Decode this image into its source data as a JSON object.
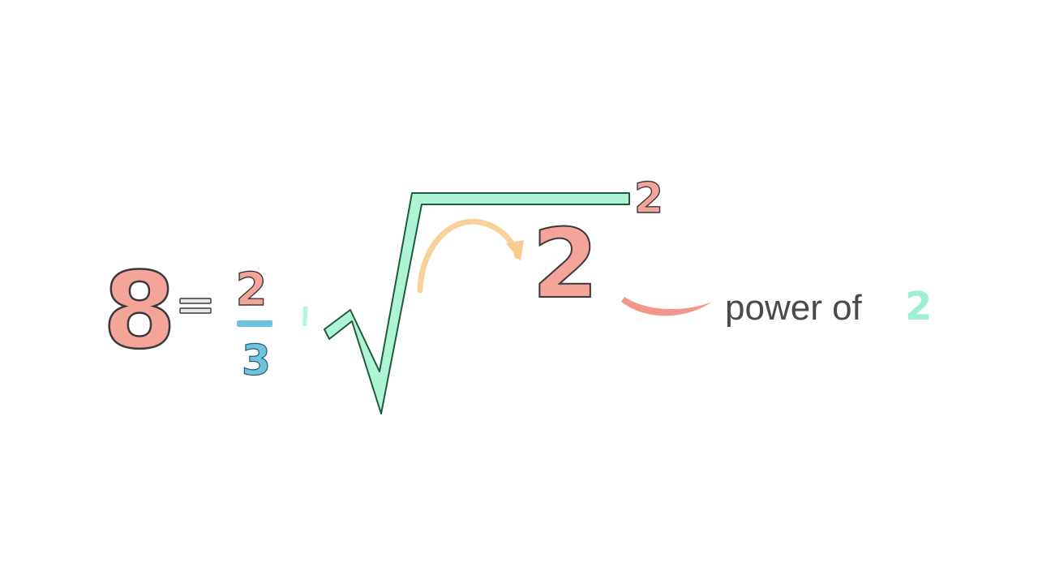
{
  "equation": {
    "base": "8",
    "exponent_numerator": "2",
    "exponent_denominator": "3",
    "radicand": "2",
    "outer_power": "2"
  },
  "annotation": {
    "text": "power of",
    "value": "2"
  },
  "colors": {
    "salmon": "#f4a498",
    "salmon_stroke": "#3a3a3a",
    "blue": "#6ec3df",
    "mint": "#aef5d6",
    "mint_stroke": "#1f5a3e",
    "orange_arrow": "#f7c98a",
    "red_swoosh": "#ef8578",
    "gray_text": "#4a4a4a",
    "mint_text": "#9ff0d2"
  }
}
